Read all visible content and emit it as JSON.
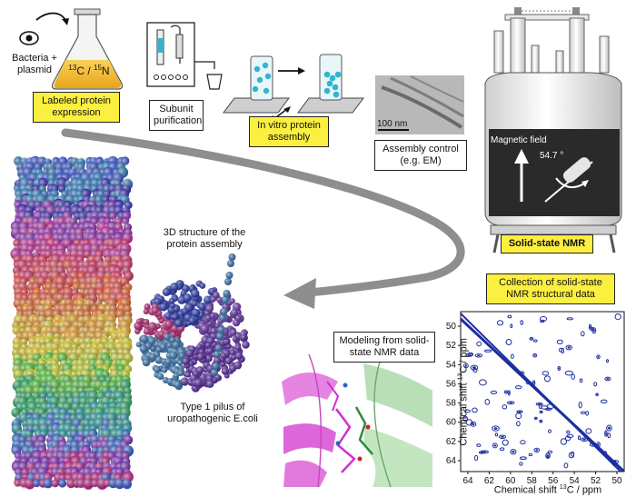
{
  "steps": {
    "bacteria": "Bacteria + plasmid",
    "flask_isotope_c": "13",
    "flask_isotope_c_letter": "C",
    "flask_isotope_sep": " / ",
    "flask_isotope_n": "15",
    "flask_isotope_n_letter": "N",
    "labeled_expression": "Labeled protein expression",
    "subunit_purification": "Subunit purification",
    "in_vitro_assembly": "In vitro protein assembly",
    "scale_bar": "100 nm",
    "assembly_control": "Assembly control (e.g. EM)",
    "magnetic_field": "Magnetic field",
    "magic_angle": "54.7 °",
    "solid_state_nmr": "Solid-state NMR",
    "collection": "Collection of solid-state NMR structural data",
    "modeling": "Modeling from solid-state NMR data",
    "structure_3d": "3D structure of the protein assembly",
    "pilus": "Type 1 pilus of uropathogenic E.coli"
  },
  "spectrum": {
    "xlabel": "Chemical shift ",
    "xlabel_sup": "13",
    "xlabel_tail": "C / ppm",
    "ylabel": "Chemical shift ",
    "ylabel_sup": "13",
    "ylabel_tail": "C / ppm",
    "x_ticks": [
      "64",
      "62",
      "60",
      "58",
      "56",
      "54",
      "52",
      "50"
    ],
    "y_ticks": [
      "50",
      "52",
      "54",
      "56",
      "58",
      "60",
      "62",
      "64"
    ]
  },
  "colors": {
    "callout_yellow": "#fbef3f",
    "spectrum_blue": "#1c2ea0",
    "arrow_gray": "#8e8e8e",
    "nmr_dark": "#2a2a2a"
  }
}
